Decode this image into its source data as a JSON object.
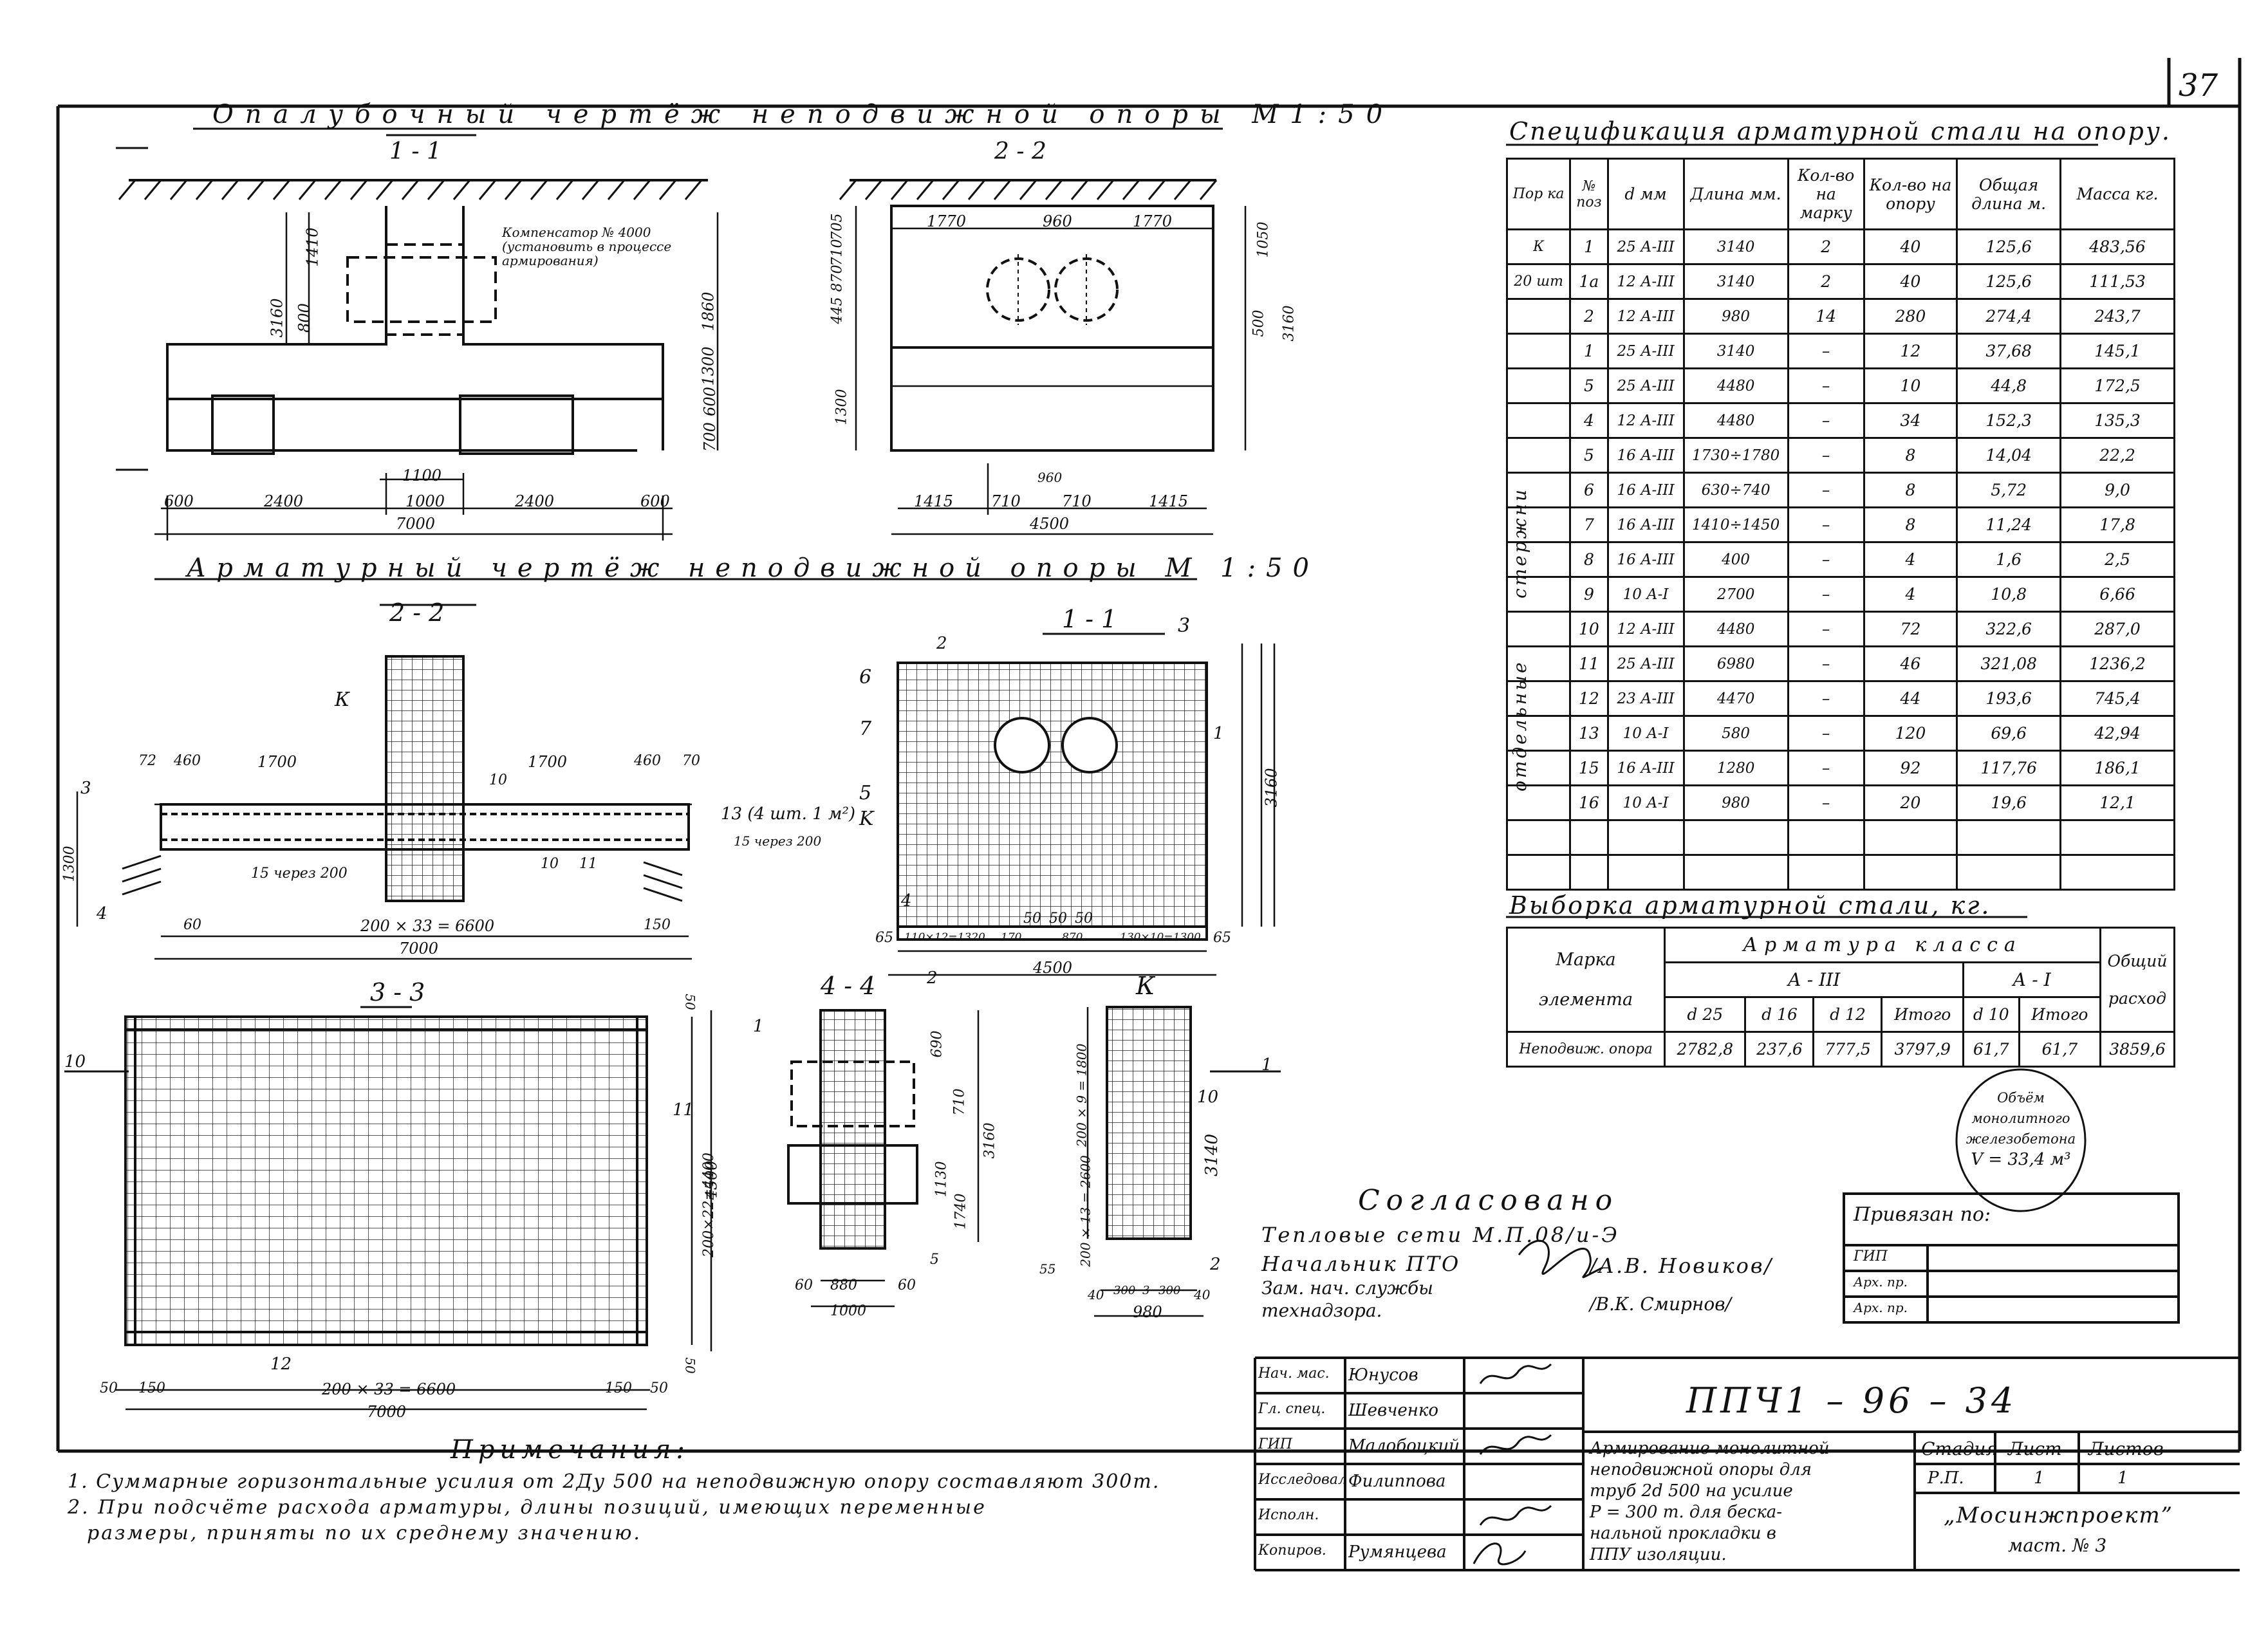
{
  "sheet": {
    "page_number": "37"
  },
  "formwork": {
    "title": "Опалубочный чертёж неподвижной опоры М1:50",
    "sec11": {
      "title": "1 - 1",
      "note": [
        "Компенсатор № 4000",
        "(установить в процессе",
        "армирования)"
      ],
      "dims_v": [
        "3160",
        "800",
        "1410",
        "1860",
        "1300",
        "600",
        "700"
      ],
      "dims_h": [
        "600",
        "2400",
        "1100",
        "1000",
        "2400",
        "600",
        "7000"
      ]
    },
    "sec22": {
      "title": "2 - 2",
      "dims_top": [
        "1770",
        "960",
        "1770"
      ],
      "dims_left": [
        "445",
        "1300",
        "870",
        "705",
        "710"
      ],
      "dims_right": [
        "1050",
        "500",
        "3160"
      ],
      "dims_bottom": [
        "1415",
        "710",
        "960",
        "710",
        "1415",
        "4500"
      ]
    }
  },
  "rebar": {
    "title": "Арматурный чертёж неподвижной опоры М 1:50",
    "sec22": {
      "title": "2 - 2",
      "labels": [
        "К",
        "72",
        "460",
        "1700",
        "1700",
        "460",
        "70",
        "10",
        "13 (4 шт. 1 м²)",
        "15 через 200",
        "15 через 200",
        "10",
        "11",
        "3",
        "4",
        "1300",
        "60",
        "200 × 33 = 6600",
        "150",
        "7000"
      ]
    },
    "sec11": {
      "title": "1 - 1",
      "labels": [
        "6",
        "7",
        "5",
        "K",
        "4",
        "3",
        "2",
        "1",
        "3160",
        "4500",
        "65",
        "65",
        "50",
        "50",
        "50",
        "110×12=1320",
        "130×10=1300",
        "170",
        "870"
      ]
    },
    "sec33": {
      "title": "3 - 3",
      "labels": [
        "10",
        "11",
        "12",
        "50",
        "150",
        "200 × 33 = 6600",
        "150",
        "50",
        "7000",
        "200×22=4400",
        "4500",
        "50",
        "50"
      ]
    },
    "sec44": {
      "title": "4 - 4",
      "labels": [
        "1",
        "2",
        "60",
        "880",
        "60",
        "1000",
        "690",
        "710",
        "3160",
        "1130",
        "1740",
        "5"
      ]
    },
    "secK": {
      "title": "К",
      "labels": [
        "200 × 9 = 1800",
        "10",
        "3140",
        "1",
        "2",
        "200 × 13 = 2600",
        "40",
        "300",
        "3",
        "300",
        "40",
        "980",
        "55"
      ]
    }
  },
  "spec": {
    "title": "Спецификация арматурной стали на опору.",
    "headers": [
      "Пор ка",
      "№ поз",
      "d мм",
      "Длина мм.",
      "Кол-во на марку",
      "Кол-во на опору",
      "Общая длина м.",
      "Масса кг."
    ],
    "group_labels": [
      "К",
      "20 шт",
      "стержни",
      "отдельные"
    ],
    "rows": [
      [
        "1",
        "25 А-III",
        "3140",
        "2",
        "40",
        "125,6",
        "483,56"
      ],
      [
        "1а",
        "12 А-III",
        "3140",
        "2",
        "40",
        "125,6",
        "111,53"
      ],
      [
        "2",
        "12 А-III",
        "980",
        "14",
        "280",
        "274,4",
        "243,7"
      ],
      [
        "1",
        "25 А-III",
        "3140",
        "–",
        "12",
        "37,68",
        "145,1"
      ],
      [
        "5",
        "25 А-III",
        "4480",
        "–",
        "10",
        "44,8",
        "172,5"
      ],
      [
        "4",
        "12 А-III",
        "4480",
        "–",
        "34",
        "152,3",
        "135,3"
      ],
      [
        "5",
        "16 А-III",
        "1730÷1780",
        "–",
        "8",
        "14,04",
        "22,2"
      ],
      [
        "6",
        "16 А-III",
        "630÷740",
        "–",
        "8",
        "5,72",
        "9,0"
      ],
      [
        "7",
        "16 А-III",
        "1410÷1450",
        "–",
        "8",
        "11,24",
        "17,8"
      ],
      [
        "8",
        "16 А-III",
        "400",
        "–",
        "4",
        "1,6",
        "2,5"
      ],
      [
        "9",
        "10 А-I",
        "2700",
        "–",
        "4",
        "10,8",
        "6,66"
      ],
      [
        "10",
        "12 А-III",
        "4480",
        "–",
        "72",
        "322,6",
        "287,0"
      ],
      [
        "11",
        "25 А-III",
        "6980",
        "–",
        "46",
        "321,08",
        "1236,2"
      ],
      [
        "12",
        "23 А-III",
        "4470",
        "–",
        "44",
        "193,6",
        "745,4"
      ],
      [
        "13",
        "10 А-I",
        "580",
        "–",
        "120",
        "69,6",
        "42,94"
      ],
      [
        "15",
        "16 А-III",
        "1280",
        "–",
        "92",
        "117,76",
        "186,1"
      ],
      [
        "16",
        "10 А-I",
        "980",
        "–",
        "20",
        "19,6",
        "12,1"
      ]
    ]
  },
  "selection": {
    "title": "Выборка арматурной стали, кг.",
    "h_mark": [
      "Марка",
      "элемента"
    ],
    "h_class": "Арматура класса",
    "h_a3": "А - III",
    "h_a1": "А - I",
    "h_total": [
      "Общий",
      "расход"
    ],
    "sub": [
      "d 25",
      "d 16",
      "d 12",
      "Итого",
      "d 10",
      "Итого"
    ],
    "row": [
      "Неподвиж. опора",
      "2782,8",
      "237,6",
      "777,5",
      "3797,9",
      "61,7",
      "61,7",
      "3859,6"
    ]
  },
  "stamp_volume": [
    "Объём",
    "монолитного",
    "железобетона",
    "V = 33,4 м³"
  ],
  "approval": {
    "title": "Согласовано",
    "org": "Тепловые сети М.П.08/и-Э",
    "roles": [
      "Начальник ПТО",
      "Зам. нач. службы",
      "технадзора."
    ],
    "names": [
      "/А.В. Новиков/",
      "/В.К. Смирнов/"
    ]
  },
  "bound": {
    "title": "Привязан по:",
    "rows": [
      "ГИП",
      "Арх. пр.",
      "Арх. пр."
    ]
  },
  "notes": {
    "title": "Примечания:",
    "lines": [
      "1. Суммарные горизонтальные усилия от 2Ду 500 на неподвижную опору составляют 300т.",
      "2. При подсчёте расхода арматуры, длины позиций, имеющих переменные",
      "размеры, приняты по их среднему значению."
    ]
  },
  "titleblock": {
    "code": "ППЧ1 – 96 – 34",
    "people": [
      [
        "Нач. мас.",
        "Юнусов"
      ],
      [
        "Гл. спец.",
        "Шевченко"
      ],
      [
        "ГИП",
        "Малобоцкий"
      ],
      [
        "Исследовал",
        "Филиппова"
      ],
      [
        "Исполн.",
        ""
      ],
      [
        "Копиров.",
        "Румянцева"
      ]
    ],
    "description": [
      "Армирование монолитной",
      "неподвижной опоры для",
      "труб 2d 500 на усилие",
      "Р = 300 т. для беска-",
      "нальной прокладки в",
      "ППУ изоляции."
    ],
    "h_stage": "Стадия",
    "h_sheet": "Лист",
    "h_sheets": "Листов",
    "stage": "Р.П.",
    "sheet": "1",
    "sheets": "1",
    "org": [
      "„Мосинжпроект”",
      "маст. № 3"
    ]
  }
}
